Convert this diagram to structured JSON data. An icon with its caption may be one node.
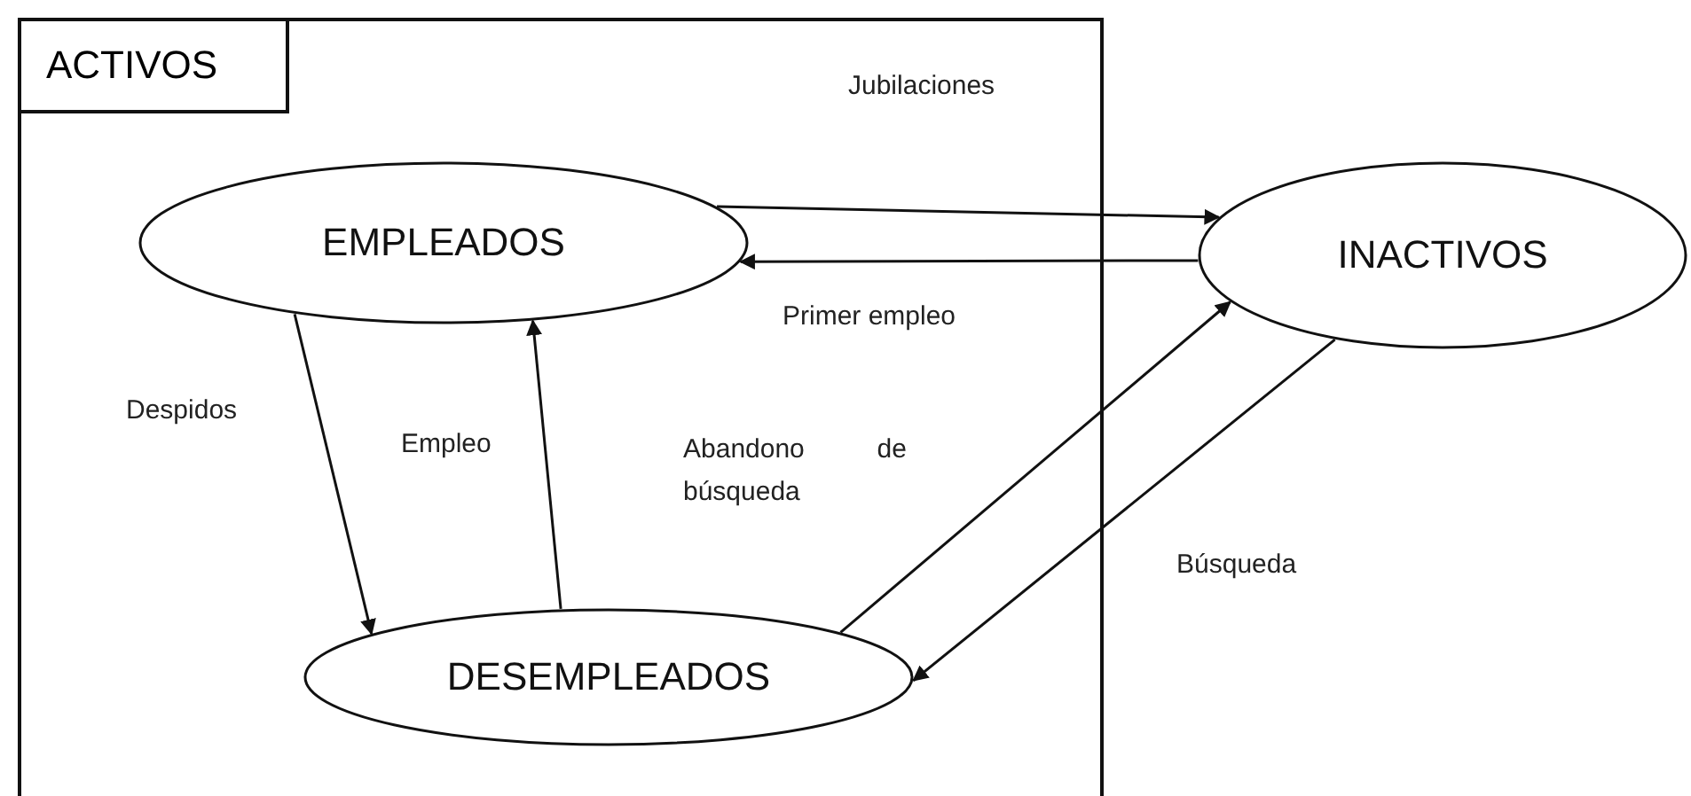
{
  "diagram": {
    "nodes": [
      {
        "text": [
          "ACTIVOS"
        ]
      },
      {
        "text": [
          "EMPLEADOS"
        ],
        "in": 0
      },
      {
        "text": [
          "DESEMPLEADOS"
        ],
        "in": 0
      },
      {
        "text": [
          "INACTIVOS"
        ]
      }
    ],
    "edges": [
      {
        "from": 1,
        "to": 3,
        "arrow": "to",
        "label": "Jubilaciones"
      },
      {
        "from": 3,
        "to": 1,
        "arrow": "to",
        "label": "Primer empleo"
      },
      {
        "from": 1,
        "to": 2,
        "arrow": "to",
        "label": "Despidos"
      },
      {
        "from": 2,
        "to": 1,
        "arrow": "to",
        "label": "Empleo"
      },
      {
        "from": 2,
        "to": 3,
        "arrow": "to",
        "label": "Abandono de búsqueda"
      },
      {
        "from": 3,
        "to": 2,
        "arrow": "to",
        "label": "Búsqueda"
      }
    ]
  }
}
